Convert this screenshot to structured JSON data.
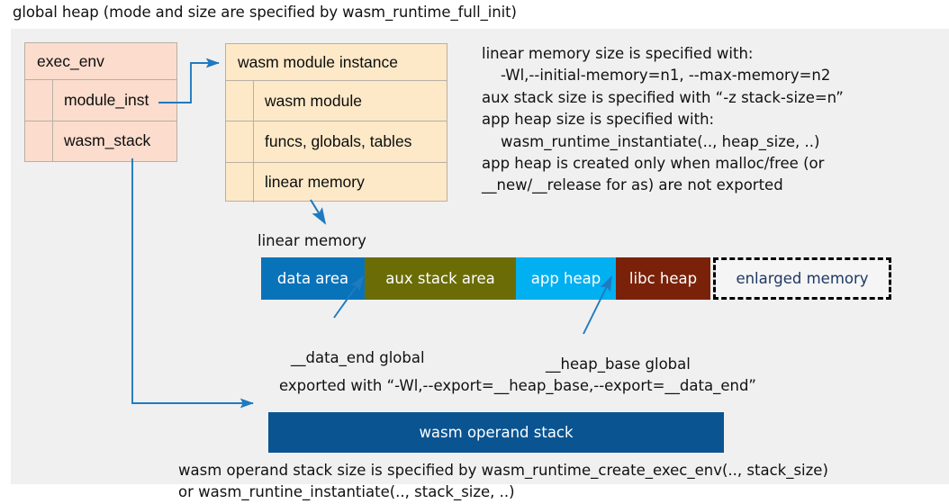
{
  "diagram": {
    "title": "global heap (mode and size are specified by wasm_runtime_full_init)",
    "exec_env": {
      "header": "exec_env",
      "rows": [
        "module_inst",
        "wasm_stack"
      ]
    },
    "wasm_module_instance": {
      "header": "wasm module instance",
      "rows": [
        "wasm module",
        "funcs, globals, tables",
        "linear memory"
      ]
    },
    "notes": {
      "right": "linear memory size is specified with:\n    -Wl,--initial-memory=n1, --max-memory=n2\naux stack size is specified with “-z stack-size=n”\napp heap size is specified with:\n    wasm_runtime_instantiate(.., heap_size, ..)\napp heap is created only when malloc/free (or\n__new/__release for as) are not exported",
      "bottom": "wasm operand stack size is specified by wasm_runtime_create_exec_env(.., stack_size)\nor wasm_runtine_instantiate(.., stack_size, ..)"
    },
    "linear_memory": {
      "caption": "linear memory",
      "segments": [
        {
          "label": "data area",
          "color": "#0973ba",
          "width": 115,
          "text_color": "#ffffff",
          "dashed": false
        },
        {
          "label": "aux stack area",
          "color": "#6b6c06",
          "width": 168,
          "text_color": "#ffffff",
          "dashed": false
        },
        {
          "label": "app heap",
          "color": "#00b0f0",
          "width": 111,
          "text_color": "#ffffff",
          "dashed": false
        },
        {
          "label": "libc heap",
          "color": "#7a2209",
          "width": 105,
          "text_color": "#ffffff",
          "dashed": false
        },
        {
          "label": "enlarged memory",
          "color": "#f5f5f5",
          "width": 198,
          "text_color": "#1f3864",
          "dashed": true
        }
      ]
    },
    "callouts": {
      "data_end": "__data_end global",
      "heap_base": "__heap_base global",
      "exported": "exported with “-Wl,--export=__heap_base,--export=__data_end”"
    },
    "operand_stack": {
      "label": "wasm operand stack",
      "color": "#0a5491"
    },
    "colors": {
      "panel_background": "#f0f0f0",
      "exec_env_fill": "#fbdccd",
      "module_instance_fill": "#fde9c8",
      "arrow": "#1f7ac0",
      "box_border": "#b8b0a4"
    }
  }
}
